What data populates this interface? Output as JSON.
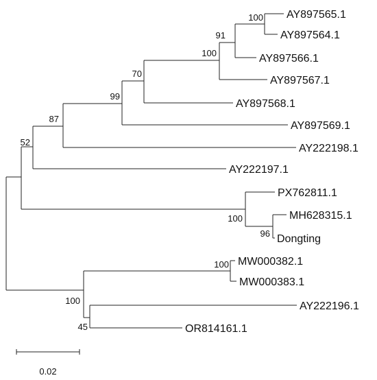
{
  "tree": {
    "taxa": [
      "AY897565.1",
      "AY897564.1",
      "AY897566.1",
      "AY897567.1",
      "AY897568.1",
      "AY897569.1",
      "AY222198.1",
      "AY222197.1",
      "PX762811.1",
      "MH628315.1",
      "Dongting",
      "MW000382.1",
      "MW000383.1",
      "AY222196.1",
      "OR814161.1"
    ],
    "support_values": [
      "100",
      "91",
      "100",
      "70",
      "99",
      "87",
      "52",
      "100",
      "96",
      "100",
      "100",
      "45"
    ],
    "scale_bar_label": "0.02"
  }
}
